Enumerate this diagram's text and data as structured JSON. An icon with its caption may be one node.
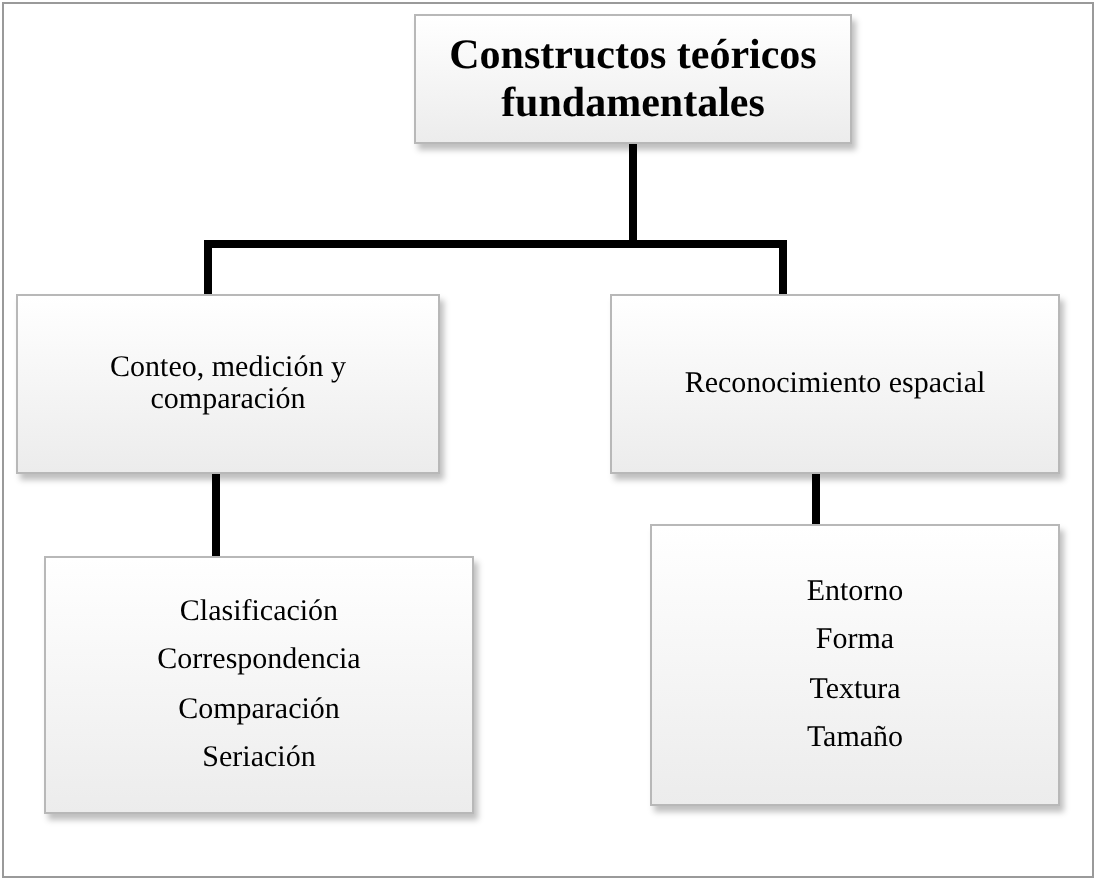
{
  "diagram": {
    "nodes": [
      {
        "text": [
          "Constructos teóricos fundamentales"
        ]
      },
      {
        "text": [
          "Conteo, medición y comparación"
        ]
      },
      {
        "text": [
          "Reconocimiento espacial"
        ]
      },
      {
        "text": [
          "Clasificación",
          "Correspondencia",
          "Comparación",
          "Seriación"
        ]
      },
      {
        "text": [
          "Entorno",
          "Forma",
          "Textura",
          "Tamaño"
        ]
      }
    ],
    "edges": [
      {
        "from": 0,
        "to": 1,
        "arrow": "none"
      },
      {
        "from": 0,
        "to": 2,
        "arrow": "none"
      },
      {
        "from": 1,
        "to": 3,
        "arrow": "none"
      },
      {
        "from": 2,
        "to": 4,
        "arrow": "none"
      }
    ]
  }
}
